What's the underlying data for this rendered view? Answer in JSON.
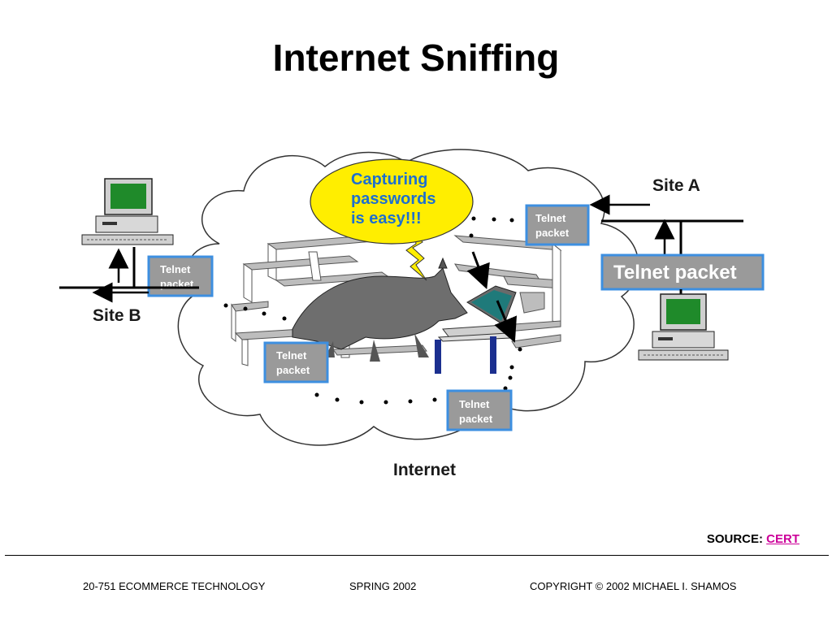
{
  "slide": {
    "title": "Internet Sniffing"
  },
  "diagram": {
    "bubble": {
      "lines": [
        "Capturing",
        "passwords",
        "is easy!!!"
      ]
    },
    "site_a_label": "Site A",
    "site_b_label": "Site B",
    "internet_label": "Internet",
    "packets": {
      "big": "Telnet packet",
      "small_line1": "Telnet",
      "small_line2": "packet"
    },
    "colors": {
      "packet_fill": "#9a9a9a",
      "packet_border": "#3d8fe0",
      "bubble_fill": "#ffee00",
      "screen_green": "#1f8a2a",
      "cloud_stroke": "#333333"
    }
  },
  "source": {
    "label": "SOURCE:",
    "link_text": "CERT"
  },
  "footer": {
    "course": "20-751 ECOMMERCE TECHNOLOGY",
    "term": "SPRING 2002",
    "copyright": "COPYRIGHT © 2002 MICHAEL I. SHAMOS"
  }
}
